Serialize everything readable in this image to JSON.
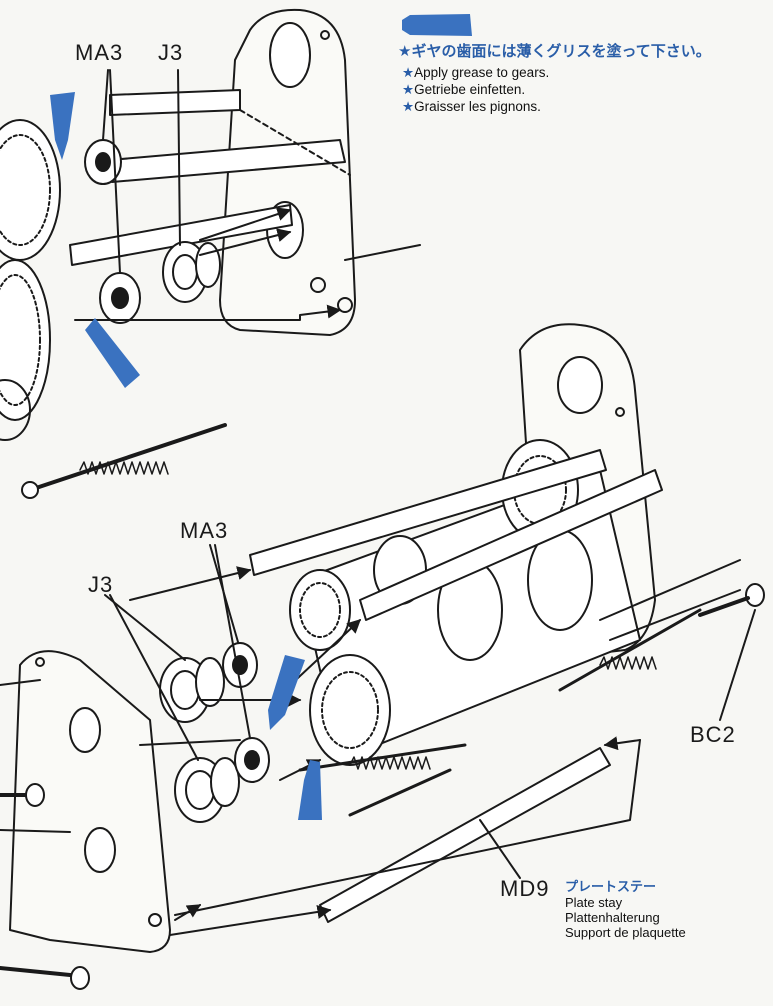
{
  "legend": {
    "japanese": "ギヤの歯面には薄くグリスを塗って下さい。",
    "notes": [
      "Apply grease to gears.",
      "Getriebe einfetten.",
      "Graisser les pignons."
    ],
    "star": "★"
  },
  "parts": {
    "ma3_top": "MA3",
    "j3_top": "J3",
    "ma3_bottom": "MA3",
    "j3_bottom": "J3",
    "bc2": "BC2",
    "md9": "MD9"
  },
  "plate_stay": {
    "japanese": "プレートステー",
    "english": "Plate stay",
    "german": "Plattenhalterung",
    "french": "Support de plaquette"
  },
  "colors": {
    "accent_blue": "#3a72c0",
    "line": "#1a1a1a",
    "paper": "#f7f7f4"
  }
}
